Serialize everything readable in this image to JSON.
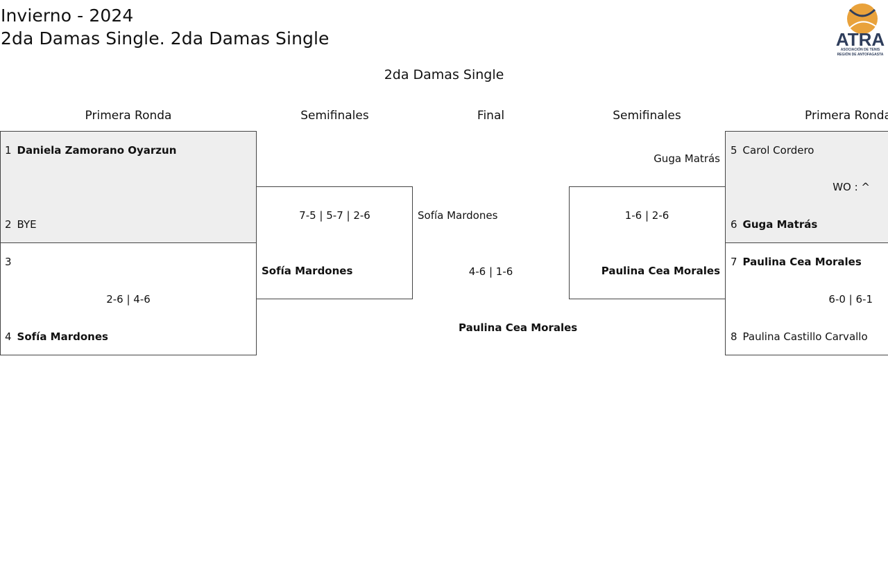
{
  "header": {
    "season": "Invierno - 2024",
    "category": "2da Damas Single. 2da Damas Single"
  },
  "logo": {
    "text": "ATRA",
    "subtext_line1": "ASOCIACIÓN DE TENIS",
    "subtext_line2": "REGIÓN DE ANTOFAGASTA",
    "colors": {
      "navy": "#2f3e5c",
      "orange": "#e9a23b"
    },
    "icon": "tennis-ball-logo"
  },
  "bracket": {
    "title": "2da Damas Single",
    "rounds": {
      "left_r1": "Primera Ronda",
      "left_sf": "Semifinales",
      "final": "Final",
      "right_sf": "Semifinales",
      "right_r1": "Primera Ronda"
    },
    "left_r1": [
      {
        "p1": {
          "seed": "1",
          "name": "Daniela Zamorano Oyarzun"
        },
        "p2": {
          "seed": "2",
          "name": "BYE"
        },
        "score": ""
      },
      {
        "p1": {
          "seed": "3",
          "name": ""
        },
        "p2": {
          "seed": "4",
          "name": "Sofía Mardones"
        },
        "score": "2-6 | 4-6"
      }
    ],
    "left_sf": {
      "top": "",
      "score": "7-5 | 5-7 | 2-6",
      "bottom": "Sofía Mardones"
    },
    "final": {
      "top": "Sofía Mardones",
      "score": "4-6 | 1-6",
      "winner": "Paulina Cea Morales"
    },
    "right_sf": {
      "top": "Guga Matrás",
      "score": "1-6 | 2-6",
      "bottom": "Paulina Cea Morales"
    },
    "right_r1": [
      {
        "p1": {
          "seed": "5",
          "name": "Carol Cordero"
        },
        "p2": {
          "seed": "6",
          "name": "Guga Matrás"
        },
        "score": "WO : ^"
      },
      {
        "p1": {
          "seed": "7",
          "name": "Paulina Cea Morales"
        },
        "p2": {
          "seed": "8",
          "name": "Paulina Castillo Carvallo"
        },
        "score": "6-0 | 6-1"
      }
    ]
  }
}
